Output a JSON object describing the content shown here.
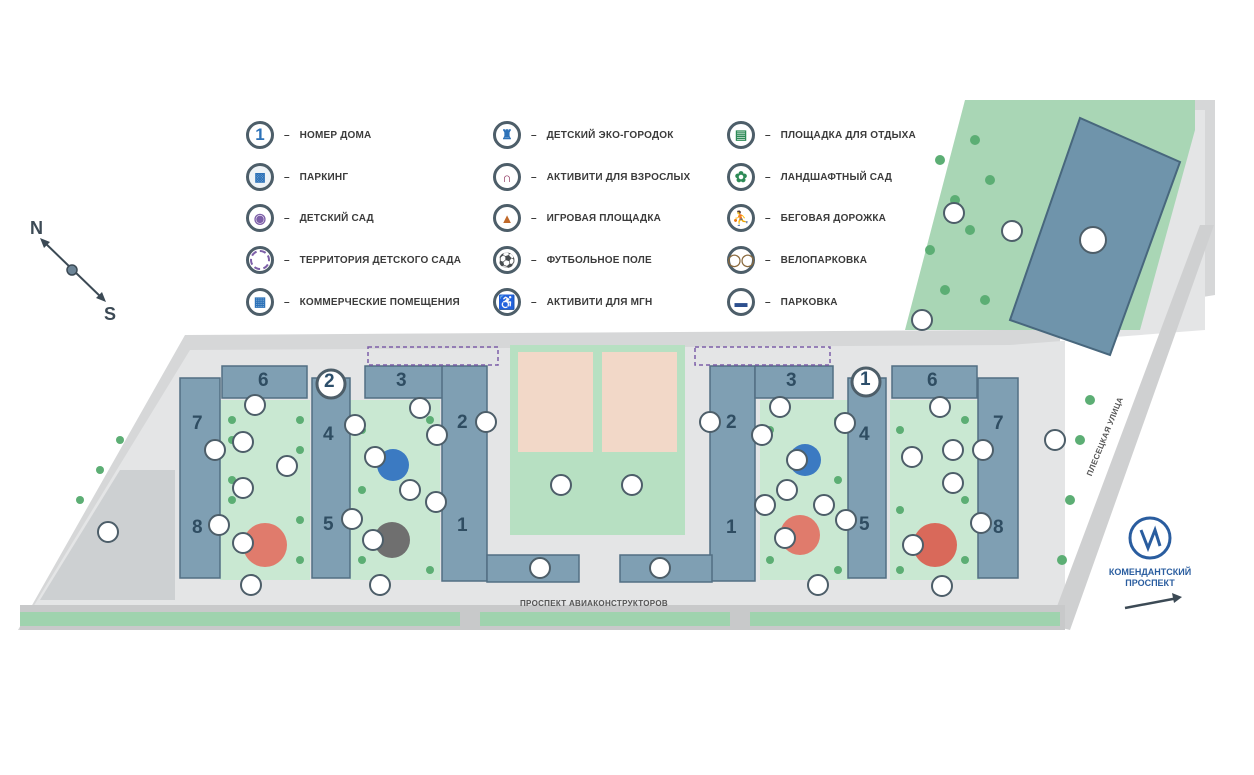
{
  "legend": [
    {
      "icon": "house-number-icon",
      "glyph": "1",
      "label": "НОМЕР ДОМА"
    },
    {
      "icon": "parking-garage-icon",
      "glyph": "",
      "label": "ПАРКИНГ"
    },
    {
      "icon": "kindergarten-icon",
      "glyph": "",
      "label": "ДЕТСКИЙ САД"
    },
    {
      "icon": "kindergarten-territory-icon",
      "glyph": "",
      "label": "ТЕРРИТОРИЯ ДЕТСКОГО САДА"
    },
    {
      "icon": "commercial-premises-icon",
      "glyph": "",
      "label": "КОММЕРЧЕСКИЕ ПОМЕЩЕНИЯ"
    },
    {
      "icon": "eco-town-icon",
      "glyph": "",
      "label": "ДЕТСКИЙ ЭКО-ГОРОДОК"
    },
    {
      "icon": "adult-activity-icon",
      "glyph": "",
      "label": "АКТИВИТИ ДЛЯ ВЗРОСЛЫХ"
    },
    {
      "icon": "playground-icon",
      "glyph": "",
      "label": "ИГРОВАЯ ПЛОЩАДКА"
    },
    {
      "icon": "football-field-icon",
      "glyph": "",
      "label": "ФУТБОЛЬНОЕ ПОЛЕ"
    },
    {
      "icon": "accessibility-icon",
      "glyph": "",
      "label": "АКТИВИТИ ДЛЯ МГН"
    },
    {
      "icon": "rest-area-icon",
      "glyph": "",
      "label": "ПЛОЩАДКА ДЛЯ ОТДЫХА"
    },
    {
      "icon": "landscape-garden-icon",
      "glyph": "",
      "label": "ЛАНДШАФТНЫЙ САД"
    },
    {
      "icon": "running-track-icon",
      "glyph": "",
      "label": "БЕГОВАЯ ДОРОЖКА"
    },
    {
      "icon": "bicycle-parking-icon",
      "glyph": "",
      "label": "ВЕЛОПАРКОВКА"
    },
    {
      "icon": "car-parking-icon",
      "glyph": "",
      "label": "ПАРКОВКА"
    }
  ],
  "compass": {
    "north": "N",
    "south": "S"
  },
  "streets": {
    "south": "ПРОСПЕКТ АВИАКОНСТРУКТОРОВ",
    "east": "ПЛЕСЕЦКАЯ УЛИЦА"
  },
  "metro": {
    "line1": "КОМЕНДАНТСКИЙ",
    "line2": "ПРОСПЕКТ"
  },
  "houses_west": [
    "1",
    "2",
    "3",
    "4",
    "5",
    "6",
    "7",
    "8"
  ],
  "houses_east": [
    "1",
    "2",
    "3",
    "4",
    "5",
    "6",
    "7",
    "8"
  ],
  "house_markers": [
    "2",
    "1"
  ],
  "colors": {
    "building": "#7f9fb3",
    "green": "#7dc49a",
    "road": "#d7d8d9",
    "accent": "#2d72b8",
    "border": "#4d5e69"
  }
}
